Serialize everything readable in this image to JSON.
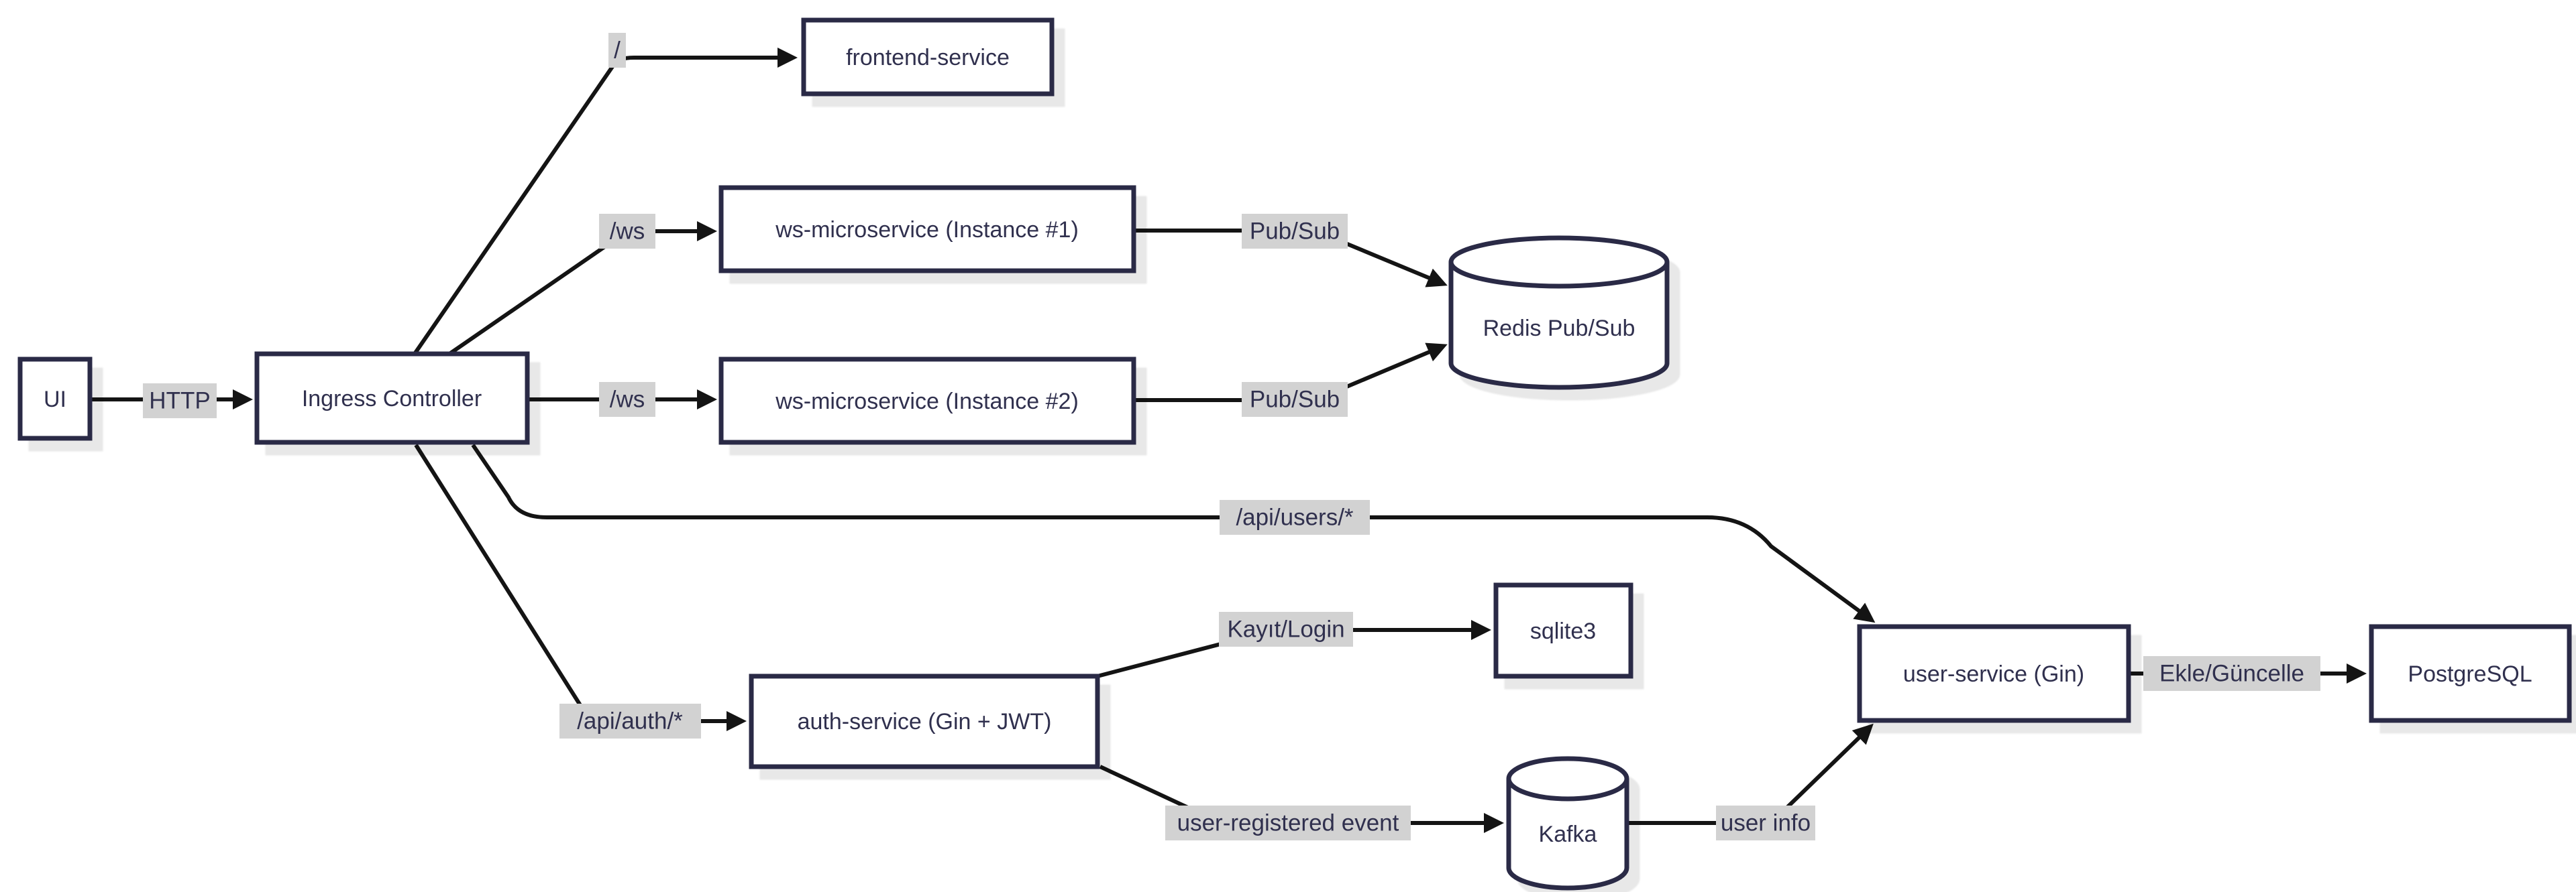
{
  "diagram": {
    "type": "flowchart",
    "nodes": {
      "ui": {
        "label": "UI",
        "shape": "rect"
      },
      "ingress": {
        "label": "Ingress Controller",
        "shape": "rect"
      },
      "frontend": {
        "label": "frontend-service",
        "shape": "rect"
      },
      "ws1": {
        "label": "ws-microservice (Instance #1)",
        "shape": "rect"
      },
      "ws2": {
        "label": "ws-microservice (Instance #2)",
        "shape": "rect"
      },
      "redis": {
        "label": "Redis Pub/Sub",
        "shape": "cylinder"
      },
      "sqlite": {
        "label": "sqlite3",
        "shape": "rect"
      },
      "auth": {
        "label": "auth-service (Gin + JWT)",
        "shape": "rect"
      },
      "kafka": {
        "label": "Kafka",
        "shape": "cylinder"
      },
      "userservice": {
        "label": "user-service (Gin)",
        "shape": "rect"
      },
      "postgres": {
        "label": "PostgreSQL",
        "shape": "rect"
      }
    },
    "edge_labels": {
      "http": "HTTP",
      "root": "/",
      "ws_1": "/ws",
      "ws_2": "/ws",
      "pubsub_1": "Pub/Sub",
      "pubsub_2": "Pub/Sub",
      "api_users": "/api/users/*",
      "kayit_login": "Kayıt/Login",
      "api_auth": "/api/auth/*",
      "user_registered": "user-registered event",
      "user_info": "user info",
      "ekle_guncelle": "Ekle/Güncelle"
    },
    "colors": {
      "node_border": "#2a2a46",
      "node_fill": "#ffffff",
      "text": "#30304e",
      "edge_line": "#141414",
      "label_bg": "#d2d2d2",
      "background": "#ffffff"
    }
  }
}
